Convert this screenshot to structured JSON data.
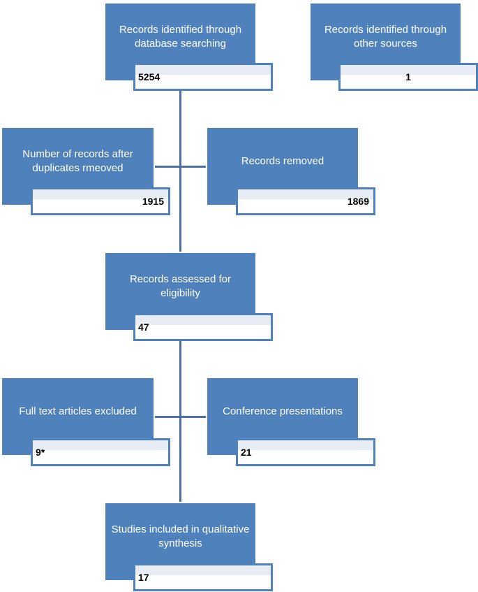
{
  "flow": {
    "identified_db": {
      "label": "Records identified  through database searching",
      "count": "5254"
    },
    "identified_other": {
      "label": "Records identified  through other sources",
      "count": "1"
    },
    "after_duplicates": {
      "label": "Number of records after duplicates rmeoved",
      "count": "1915"
    },
    "removed": {
      "label": "Records removed",
      "count": "1869"
    },
    "assessed": {
      "label": "Records assessed for eligibility",
      "count": "47"
    },
    "excluded": {
      "label": "Full text articles excluded",
      "count": "9*"
    },
    "conference": {
      "label": "Conference presentations",
      "count": "21"
    },
    "included": {
      "label": "Studies included in qualitative synthesis",
      "count": "17"
    }
  },
  "colors": {
    "box_fill": "#4f81bd",
    "connector": "#4a6fa5",
    "box_text": "#ffffff"
  }
}
